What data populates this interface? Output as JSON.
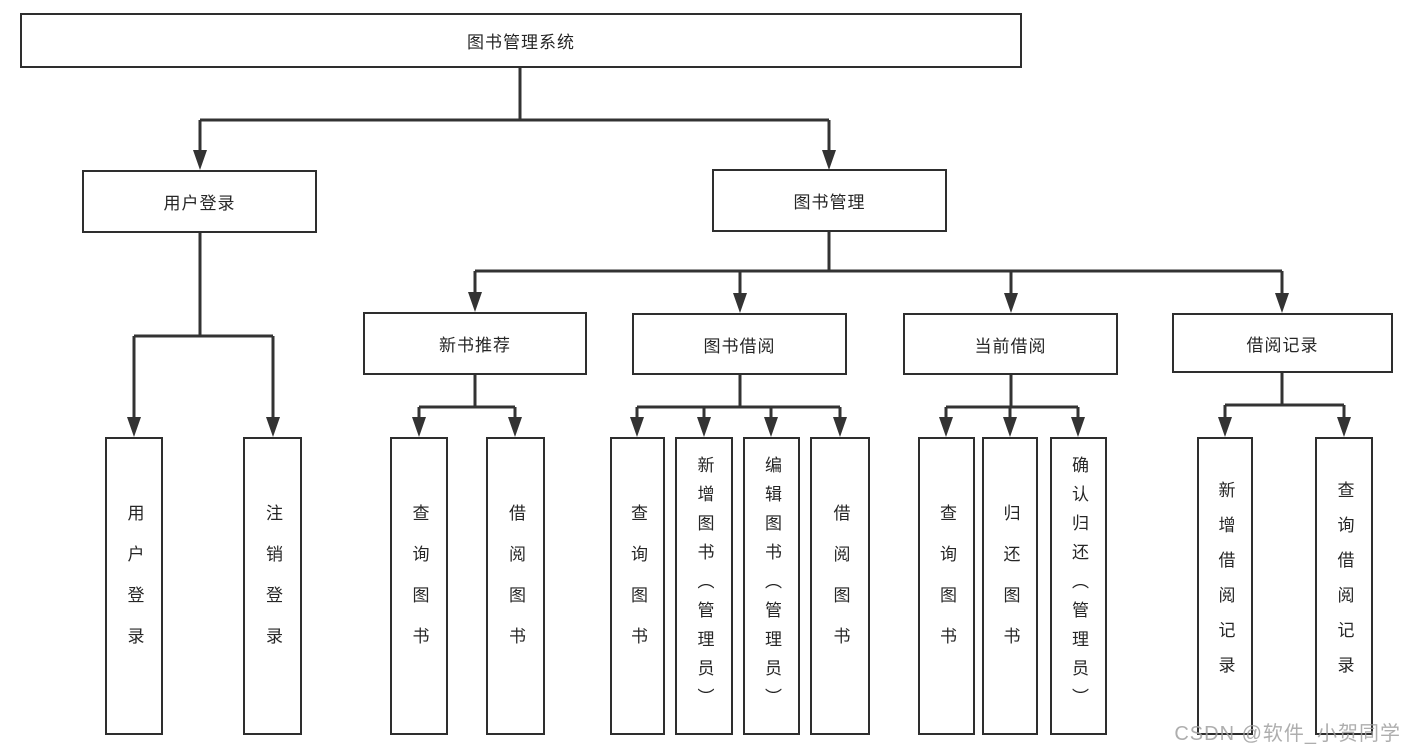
{
  "diagram": {
    "root": "图书管理系统",
    "level2": {
      "user_login": "用户登录",
      "book_mgmt": "图书管理"
    },
    "level3": {
      "new_books": "新书推荐",
      "book_borrow": "图书借阅",
      "current_borrow": "当前借阅",
      "borrow_records": "借阅记录"
    },
    "leaves": {
      "user_login": [
        "用户登录",
        "注销登录"
      ],
      "new_books": [
        "查询图书",
        "借阅图书"
      ],
      "book_borrow": [
        "查询图书",
        "新增图书（管理员）",
        "编辑图书（管理员）",
        "借阅图书"
      ],
      "current_borrow": [
        "查询图书",
        "归还图书",
        "确认归还（管理员）"
      ],
      "borrow_records": [
        "新增借阅记录",
        "查询借阅记录"
      ]
    }
  },
  "watermark": {
    "text": "CSDN @软件_小贺同学"
  },
  "colors": {
    "line": "#333333",
    "box_border": "#2e2e2e",
    "text": "#262626",
    "watermark": "#a0a0a0",
    "background": "#ffffff"
  }
}
